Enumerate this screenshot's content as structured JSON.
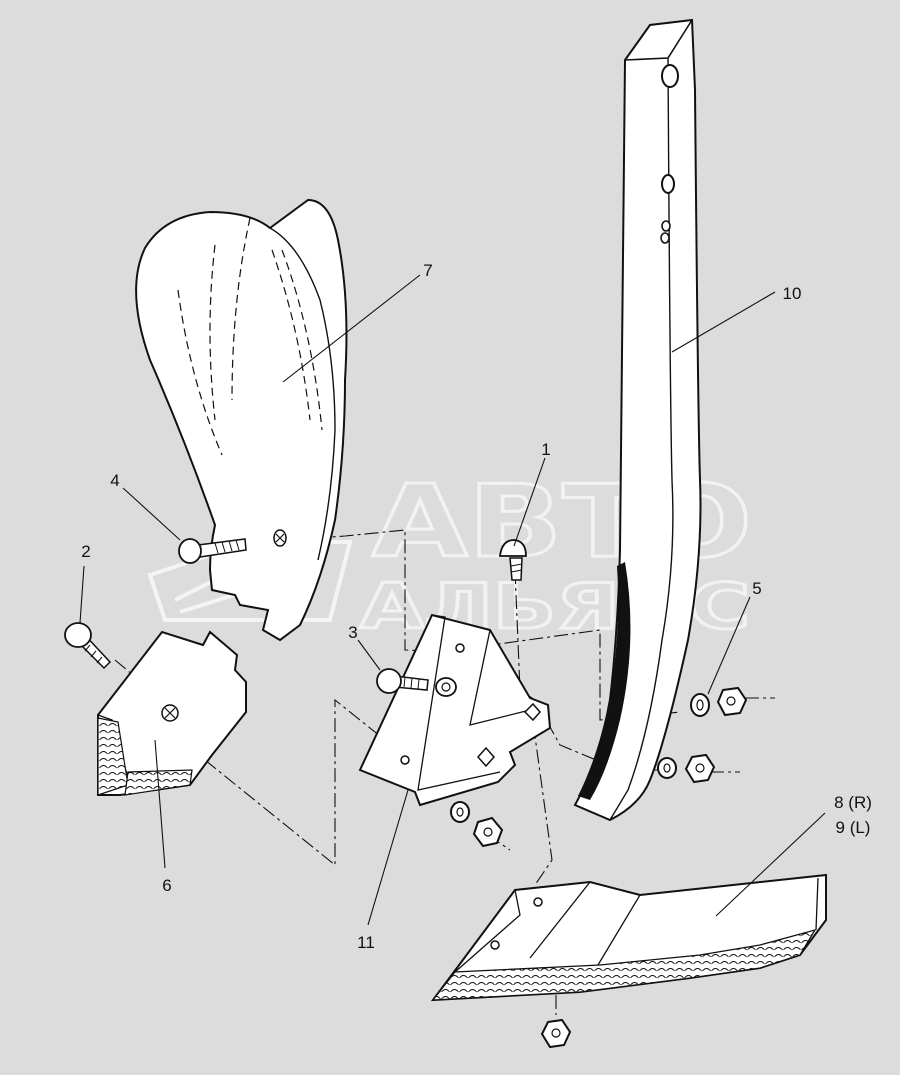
{
  "colors": {
    "background": "#dcdcdc",
    "part_fill": "#ffffff",
    "line": "#111111",
    "watermark": "#f4f4f4"
  },
  "watermark": {
    "line1": "АВТО",
    "line2": "АЛЬЯНС"
  },
  "callouts": {
    "c1": "1",
    "c2": "2",
    "c3": "3",
    "c4": "4",
    "c5": "5",
    "c6": "6",
    "c7": "7",
    "c8": "8 (R)",
    "c9": "9 (L)",
    "c10": "10",
    "c11": "11"
  }
}
